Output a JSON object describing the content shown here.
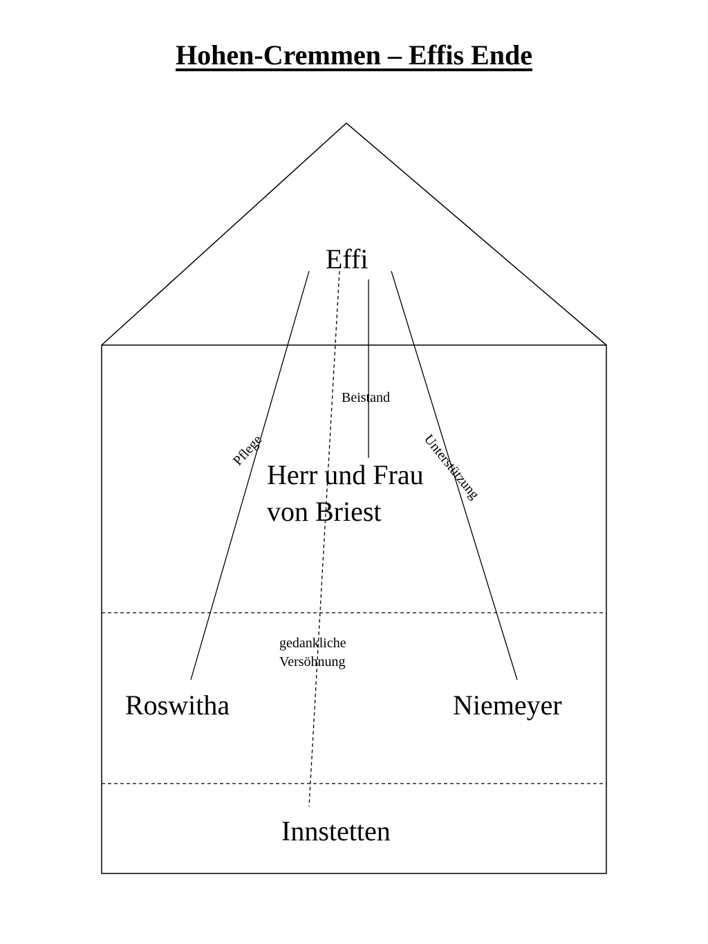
{
  "title": "Hohen-Cremmen – Effis Ende",
  "nodes": {
    "effi": "Effi",
    "briest_line1": "Herr und Frau",
    "briest_line2": "von Briest",
    "roswitha": "Roswitha",
    "niemeyer": "Niemeyer",
    "innstetten": "Innstetten"
  },
  "relations": {
    "beistand": "Beistand",
    "pflege": "Pflege",
    "unterstuetzung": "Unterstützung",
    "versoehnung_line1": "gedankliche",
    "versoehnung_line2": "Versöhnung"
  }
}
